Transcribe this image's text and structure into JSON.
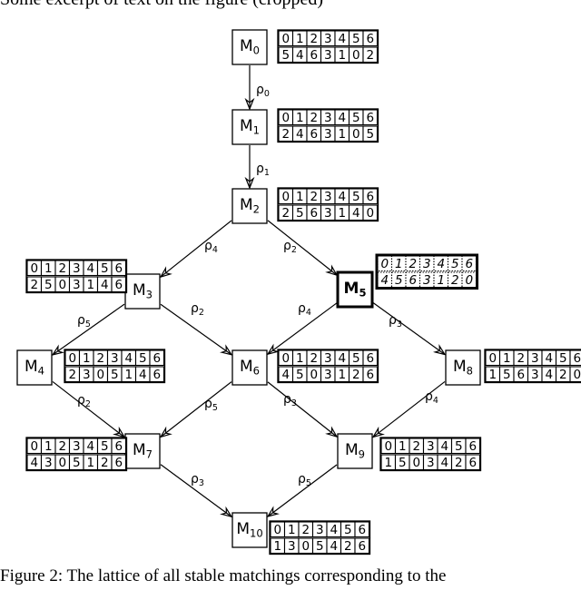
{
  "cropped_header": "Some excerpt of text on the figure (cropped)",
  "caption": "Figure 2: The lattice of all stable matchings corresponding to the",
  "nodes": [
    {
      "id": "M0",
      "main": "M",
      "sub": "0",
      "bold": false,
      "table": {
        "top": [
          "0",
          "1",
          "2",
          "3",
          "4",
          "5",
          "6"
        ],
        "bottom": [
          "5",
          "4",
          "6",
          "3",
          "1",
          "0",
          "2"
        ]
      }
    },
    {
      "id": "M1",
      "main": "M",
      "sub": "1",
      "bold": false,
      "table": {
        "top": [
          "0",
          "1",
          "2",
          "3",
          "4",
          "5",
          "6"
        ],
        "bottom": [
          "2",
          "4",
          "6",
          "3",
          "1",
          "0",
          "5"
        ]
      }
    },
    {
      "id": "M2",
      "main": "M",
      "sub": "2",
      "bold": false,
      "table": {
        "top": [
          "0",
          "1",
          "2",
          "3",
          "4",
          "5",
          "6"
        ],
        "bottom": [
          "2",
          "5",
          "6",
          "3",
          "1",
          "4",
          "0"
        ]
      }
    },
    {
      "id": "M3",
      "main": "M",
      "sub": "3",
      "bold": false,
      "table": {
        "top": [
          "0",
          "1",
          "2",
          "3",
          "4",
          "5",
          "6"
        ],
        "bottom": [
          "2",
          "5",
          "0",
          "3",
          "1",
          "4",
          "6"
        ]
      }
    },
    {
      "id": "M4",
      "main": "M",
      "sub": "4",
      "bold": false,
      "table": {
        "top": [
          "0",
          "1",
          "2",
          "3",
          "4",
          "5",
          "6"
        ],
        "bottom": [
          "2",
          "3",
          "0",
          "5",
          "1",
          "4",
          "6"
        ]
      }
    },
    {
      "id": "M5",
      "main": "M",
      "sub": "5",
      "bold": true,
      "table": {
        "top": [
          "0",
          "1",
          "2",
          "3",
          "4",
          "5",
          "6"
        ],
        "bottom": [
          "4",
          "5",
          "6",
          "3",
          "1",
          "2",
          "0"
        ]
      }
    },
    {
      "id": "M6",
      "main": "M",
      "sub": "6",
      "bold": false,
      "table": {
        "top": [
          "0",
          "1",
          "2",
          "3",
          "4",
          "5",
          "6"
        ],
        "bottom": [
          "4",
          "5",
          "0",
          "3",
          "1",
          "2",
          "6"
        ]
      }
    },
    {
      "id": "M7",
      "main": "M",
      "sub": "7",
      "bold": false,
      "table": {
        "top": [
          "0",
          "1",
          "2",
          "3",
          "4",
          "5",
          "6"
        ],
        "bottom": [
          "4",
          "3",
          "0",
          "5",
          "1",
          "2",
          "6"
        ]
      }
    },
    {
      "id": "M8",
      "main": "M",
      "sub": "8",
      "bold": false,
      "table": {
        "top": [
          "0",
          "1",
          "2",
          "3",
          "4",
          "5",
          "6"
        ],
        "bottom": [
          "1",
          "5",
          "6",
          "3",
          "4",
          "2",
          "0"
        ]
      }
    },
    {
      "id": "M9",
      "main": "M",
      "sub": "9",
      "bold": false,
      "table": {
        "top": [
          "0",
          "1",
          "2",
          "3",
          "4",
          "5",
          "6"
        ],
        "bottom": [
          "1",
          "5",
          "0",
          "3",
          "4",
          "2",
          "6"
        ]
      }
    },
    {
      "id": "M10",
      "main": "M",
      "sub": "10",
      "bold": false,
      "table": {
        "top": [
          "0",
          "1",
          "2",
          "3",
          "4",
          "5",
          "6"
        ],
        "bottom": [
          "1",
          "3",
          "0",
          "5",
          "4",
          "2",
          "6"
        ]
      }
    }
  ],
  "edges": [
    {
      "from": "M0",
      "to": "M1",
      "label": "ρ",
      "sub": "0"
    },
    {
      "from": "M1",
      "to": "M2",
      "label": "ρ",
      "sub": "1"
    },
    {
      "from": "M2",
      "to": "M3",
      "label": "ρ",
      "sub": "4"
    },
    {
      "from": "M2",
      "to": "M5",
      "label": "ρ",
      "sub": "2"
    },
    {
      "from": "M3",
      "to": "M4",
      "label": "ρ",
      "sub": "5"
    },
    {
      "from": "M3",
      "to": "M6",
      "label": "ρ",
      "sub": "2"
    },
    {
      "from": "M5",
      "to": "M6",
      "label": "ρ",
      "sub": "4"
    },
    {
      "from": "M5",
      "to": "M8",
      "label": "ρ",
      "sub": "3"
    },
    {
      "from": "M4",
      "to": "M7",
      "label": "ρ",
      "sub": "2"
    },
    {
      "from": "M6",
      "to": "M7",
      "label": "ρ",
      "sub": "5"
    },
    {
      "from": "M6",
      "to": "M9",
      "label": "ρ",
      "sub": "3"
    },
    {
      "from": "M8",
      "to": "M9",
      "label": "ρ",
      "sub": "4"
    },
    {
      "from": "M7",
      "to": "M10",
      "label": "ρ",
      "sub": "3"
    },
    {
      "from": "M9",
      "to": "M10",
      "label": "ρ",
      "sub": "5"
    }
  ]
}
